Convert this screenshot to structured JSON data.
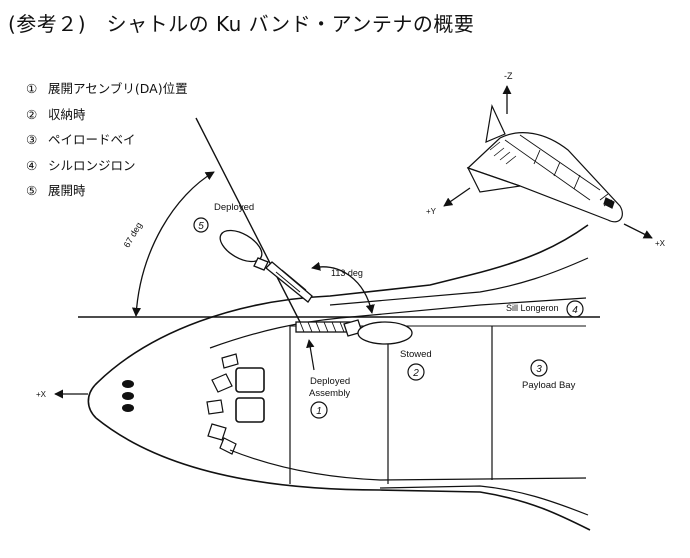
{
  "title": "(参考２)　シャトルの Ku バンド・アンテナの概要",
  "legend": [
    {
      "num": "①",
      "label": "展開アセンブリ(DA)位置"
    },
    {
      "num": "②",
      "label": "収納時"
    },
    {
      "num": "③",
      "label": "ペイロードベイ"
    },
    {
      "num": "④",
      "label": "シルロンジロン"
    },
    {
      "num": "⑤",
      "label": "展開時"
    }
  ],
  "labels": {
    "deployed_top": "Deployed",
    "deployed_assembly_1": "Deployed",
    "deployed_assembly_2": "Assembly",
    "stowed": "Stowed",
    "payload_bay": "Payload Bay",
    "sill_longeron": "Sill Longeron",
    "angle_67": "67 deg",
    "angle_113": "113 deg",
    "axis_minus_z": "-Z",
    "axis_plus_y": "+Y",
    "axis_plus_x_small": "+X",
    "axis_plus_x_main": "+X"
  },
  "markers": {
    "m1": "1",
    "m2": "2",
    "m3": "3",
    "m4": "4",
    "m5": "5"
  }
}
